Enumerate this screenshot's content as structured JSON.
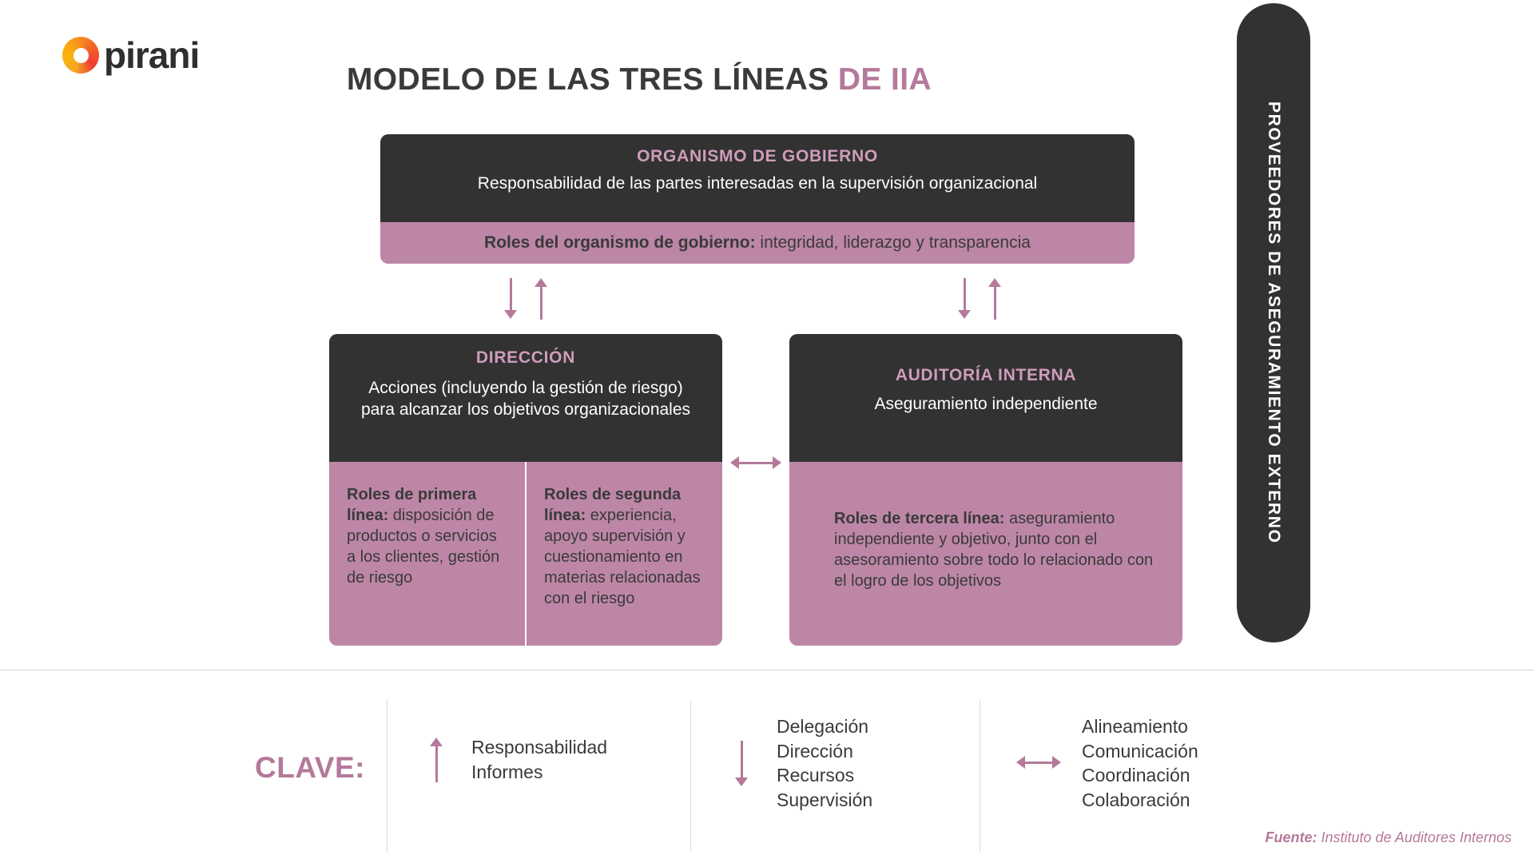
{
  "brand": {
    "name": "pirani",
    "logo_icon": "pirani-ring-logo"
  },
  "title": {
    "main": "MODELO DE LAS TRES LÍNEAS ",
    "accent": "DE IIA"
  },
  "governing_body": {
    "caption": "ORGANISMO DE GOBIERNO",
    "subtitle": "Responsabilidad de las partes interesadas en la supervisión organizacional",
    "roles_label": "Roles del organismo de gobierno:",
    "roles_text": " integridad, liderazgo y transparencia"
  },
  "management": {
    "caption": "DIRECCIÓN",
    "subtitle": "Acciones (incluyendo la gestión de riesgo) para alcanzar los objetivos organizacionales",
    "first_line": {
      "label": "Roles de primera línea:",
      "text": " disposición de productos o servicios a los clientes, gestión de riesgo"
    },
    "second_line": {
      "label": "Roles de segunda línea:",
      "text": " experiencia, apoyo supervisión y cuestionamiento en materias relacionadas con el riesgo"
    }
  },
  "internal_audit": {
    "caption": "AUDITORÍA INTERNA",
    "subtitle": "Aseguramiento independiente",
    "third_line": {
      "label": "Roles de tercera línea:",
      "text": " aseguramiento independiente y objetivo, junto con el asesoramiento sobre todo lo relacionado con el logro de los objetivos"
    }
  },
  "external_bar": {
    "label": "PROVEEDORES DE ASEGURAMIENTO EXTERNO"
  },
  "legend": {
    "title": "CLAVE:",
    "items": [
      {
        "icon": "arrow-up-icon",
        "text": "Responsabilidad\nInformes"
      },
      {
        "icon": "arrow-down-icon",
        "text": "Delegación\nDirección\nRecursos\nSupervisión"
      },
      {
        "icon": "arrow-left-right-icon",
        "text": "Alineamiento\nComunicación\nCoordinación\nColaboración"
      }
    ]
  },
  "source": {
    "label": "Fuente:",
    "text": " Instituto de Auditores Internos"
  },
  "colors": {
    "dark": "#323232",
    "mauve": "#bd86a7",
    "accent": "#b4799b",
    "caption": "#cf9cba",
    "background": "#ffffff"
  }
}
